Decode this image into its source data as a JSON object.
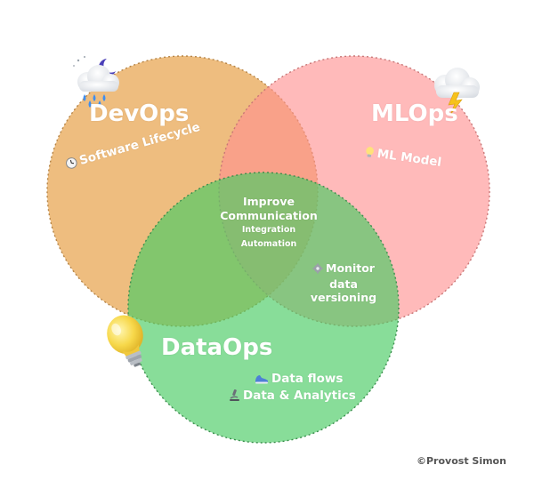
{
  "circles": {
    "devops": {
      "label": "DevOps",
      "color": "#E8A34E",
      "opacity": 0.7,
      "border": "#b58446"
    },
    "mlops": {
      "label": "MLOps",
      "color": "#FF8F8F",
      "opacity": 0.65,
      "border": "#c87676"
    },
    "dataops": {
      "label": "DataOps",
      "color": "#4BCB64",
      "opacity": 0.65,
      "border": "#3b8e4d"
    }
  },
  "items": {
    "devops_only": {
      "text": "Software Lifecycle",
      "icon": "clock-icon"
    },
    "mlops_only": {
      "text": "ML Model",
      "icon": "lightbulb-icon"
    },
    "center": {
      "line1": "Improve",
      "line2": "Communication",
      "line3": "Integration",
      "line4": "Automation"
    },
    "ml_data_overlap": {
      "line1": "Monitor",
      "line2": "data",
      "line3": "versioning",
      "icon": "gear-icon"
    },
    "dataops_only": [
      {
        "text": "Data flows",
        "icon": "shoe-icon"
      },
      {
        "text": "Data & Analytics",
        "icon": "microscope-icon"
      }
    ]
  },
  "decorations": [
    {
      "name": "cloud-moon-rain-icon"
    },
    {
      "name": "cloud-lightning-icon"
    },
    {
      "name": "big-lightbulb-icon"
    }
  ],
  "credit": "©Provost Simon"
}
